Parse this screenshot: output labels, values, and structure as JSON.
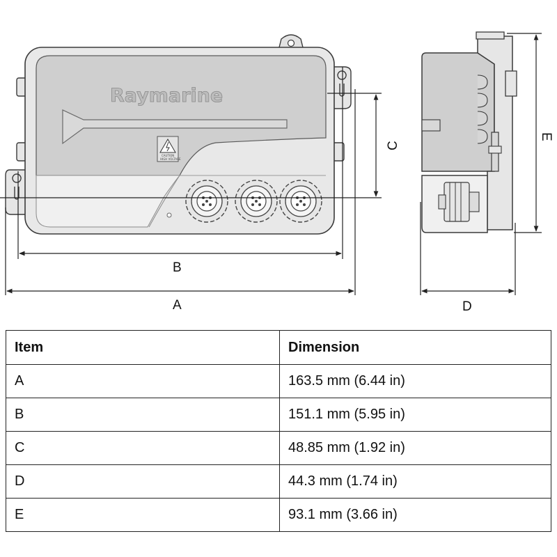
{
  "diagram": {
    "brand": "Raymarine",
    "caution_text_line1": "CAUTION",
    "caution_text_line2": "HIGH VOLTAGE",
    "labels": {
      "A": "A",
      "B": "B",
      "C": "C",
      "D": "D",
      "E": "E"
    }
  },
  "table": {
    "headers": [
      "Item",
      "Dimension"
    ],
    "rows": [
      {
        "item": "A",
        "dimension": "163.5 mm (6.44 in)"
      },
      {
        "item": "B",
        "dimension": "151.1 mm (5.95 in)"
      },
      {
        "item": "C",
        "dimension": "48.85 mm (1.92 in)"
      },
      {
        "item": "D",
        "dimension": "44.3 mm (1.74 in)"
      },
      {
        "item": "E",
        "dimension": "93.1 mm (3.66 in)"
      }
    ]
  },
  "colors": {
    "housing": "#cfcfcf",
    "housing_lower": "#ececec",
    "outline": "#3a3a3a"
  }
}
